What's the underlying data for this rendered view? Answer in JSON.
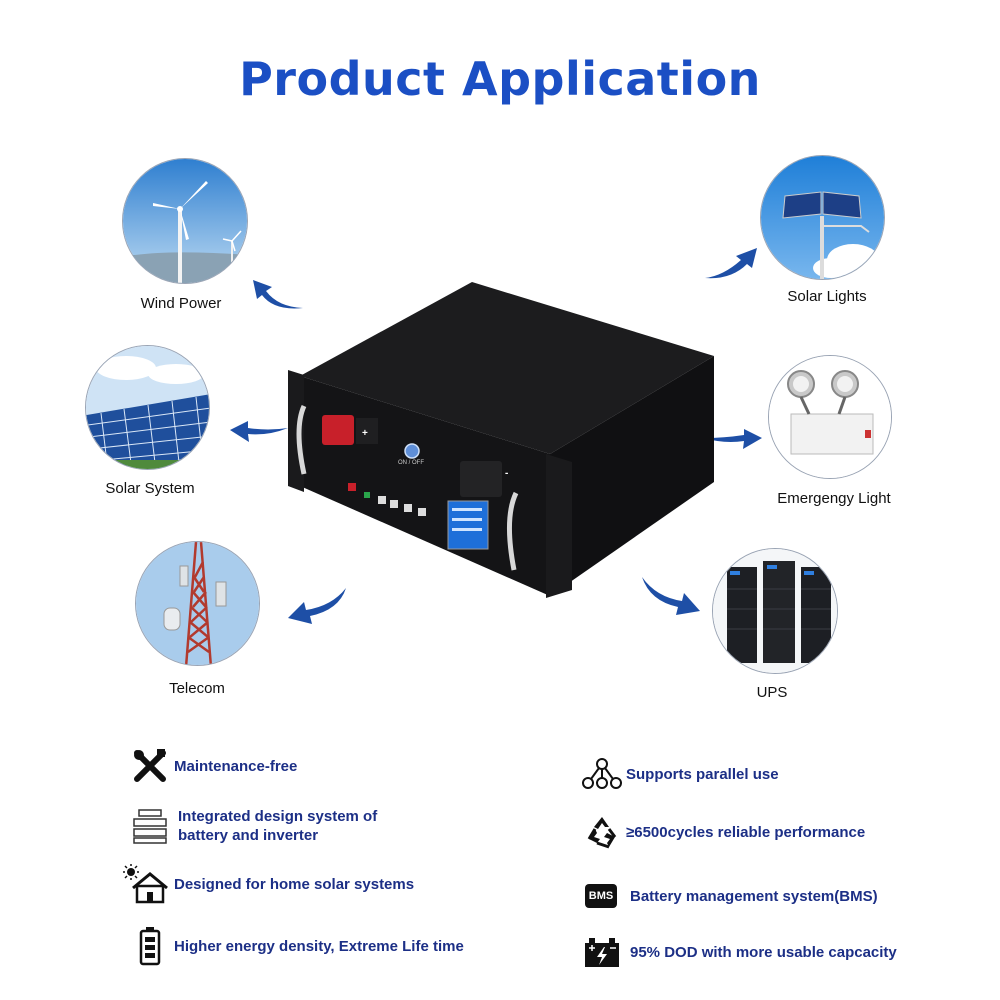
{
  "title": "Product Application",
  "applications": [
    {
      "label": "Wind Power"
    },
    {
      "label": "Solar System"
    },
    {
      "label": "Telecom"
    },
    {
      "label": "Solar Lights"
    },
    {
      "label": "Emergengy Light"
    },
    {
      "label": "UPS"
    }
  ],
  "battery": {
    "switch_label": "ON / OFF",
    "positive_mark": "+",
    "negative_mark": "-"
  },
  "features_left": [
    {
      "icon": "tools-icon",
      "text": "Maintenance-free"
    },
    {
      "icon": "layers-icon",
      "text": "Integrated design system of",
      "text2": "battery and inverter"
    },
    {
      "icon": "solar-house-icon",
      "text": "Designed for home solar systems"
    },
    {
      "icon": "battery-icon",
      "text": "Higher energy density, Extreme Life time"
    }
  ],
  "features_right": [
    {
      "icon": "parallel-nodes-icon",
      "text": "Supports parallel use"
    },
    {
      "icon": "recycle-icon",
      "text": "≥6500cycles reliable performance"
    },
    {
      "icon": "bms-icon",
      "badge": "BMS",
      "text": "Battery management system(BMS)"
    },
    {
      "icon": "car-battery-icon",
      "text": "95% DOD with more usable capcacity"
    }
  ],
  "colors": {
    "title": "#1b4fc4",
    "arrow": "#1e4fa6",
    "feature_text": "#1c2f86"
  }
}
